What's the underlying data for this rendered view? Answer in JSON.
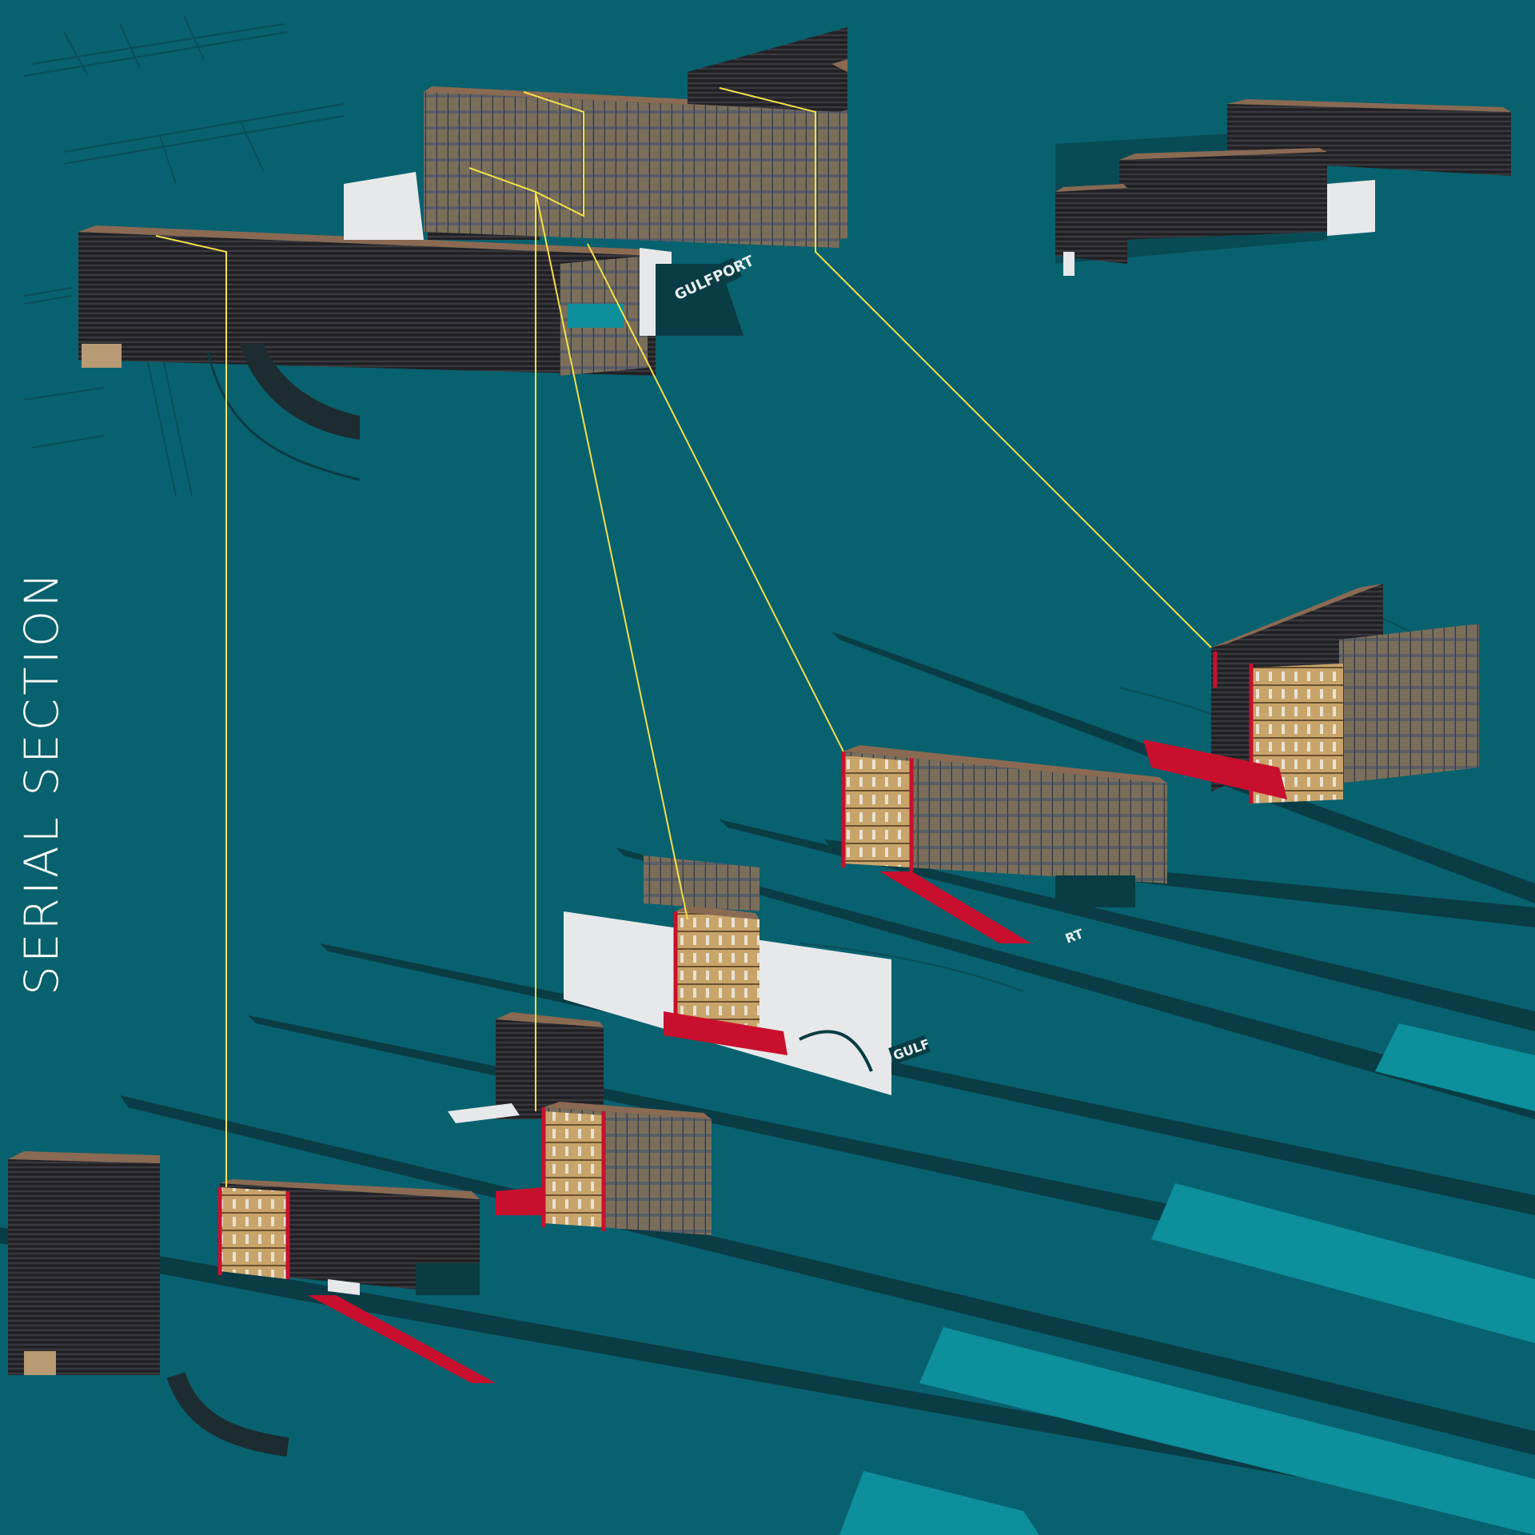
{
  "title": "SERIAL SECTION",
  "signs": {
    "main": "GULFPORT",
    "section": "GULF",
    "small": "RT"
  },
  "colors": {
    "background": "#08616e",
    "water": "#0d8f9c",
    "connector": "#f4e04a",
    "section_cut": "#c8102e",
    "roof": "#8a6a52",
    "facade": "#2a2a2e",
    "wall": "#e6e8ea",
    "interior": "#c9a46a"
  }
}
